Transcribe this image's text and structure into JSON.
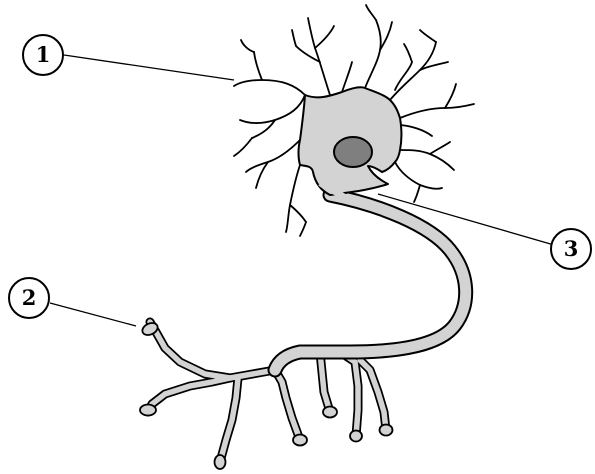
{
  "diagram": {
    "subject": "neuron",
    "colors": {
      "cell_fill": "#d3d3d3",
      "nucleus_fill": "#7f7f7f",
      "outline": "#000000",
      "background": "#ffffff"
    },
    "callouts": [
      {
        "number": "1",
        "target": "dendrites"
      },
      {
        "number": "2",
        "target": "axon terminals"
      },
      {
        "number": "3",
        "target": "axon"
      }
    ]
  }
}
